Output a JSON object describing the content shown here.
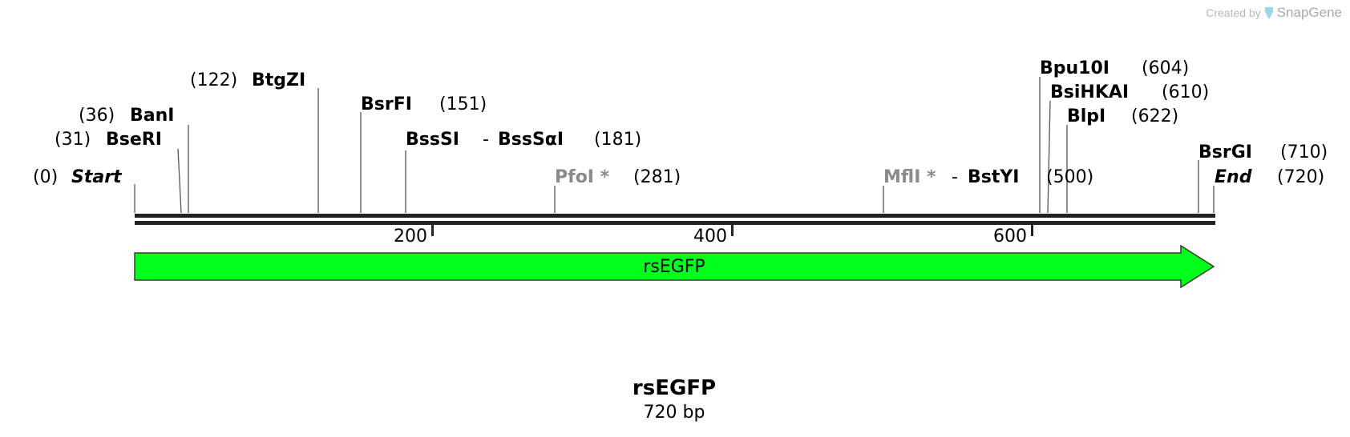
{
  "watermark": {
    "created_by": "Created by",
    "brand": "SnapGene"
  },
  "sequence": {
    "name": "rsEGFP",
    "length_label": "720 bp"
  },
  "feature": {
    "name": "rsEGFP",
    "color": "#00ff1a"
  },
  "ruler": {
    "ticks": [
      "200",
      "400",
      "600"
    ]
  },
  "sites": {
    "start": {
      "pos": "(0)",
      "name": "Start"
    },
    "bseri": {
      "pos": "(31)",
      "name": "BseRI"
    },
    "bani": {
      "pos": "(36)",
      "name": "BanI"
    },
    "btgzi": {
      "pos": "(122)",
      "name": "BtgZI"
    },
    "bsrfi": {
      "name": "BsrFI",
      "pos": "(151)"
    },
    "bsssi": {
      "name": "BssSI",
      "sep": "-",
      "name2": "BssSαI",
      "pos": "(181)"
    },
    "pfoi": {
      "name": "PfoI *",
      "pos": "(281)"
    },
    "mfli": {
      "name": "MflI *",
      "sep": "-",
      "name2": "BstYI",
      "pos": "(500)"
    },
    "bpu10i": {
      "name": "Bpu10I",
      "pos": "(604)"
    },
    "bsihkai": {
      "name": "BsiHKAI",
      "pos": "(610)"
    },
    "blpi": {
      "name": "BlpI",
      "pos": "(622)"
    },
    "bsrgi": {
      "name": "BsrGI",
      "pos": "(710)"
    },
    "end": {
      "name": "End",
      "pos": "(720)"
    }
  }
}
